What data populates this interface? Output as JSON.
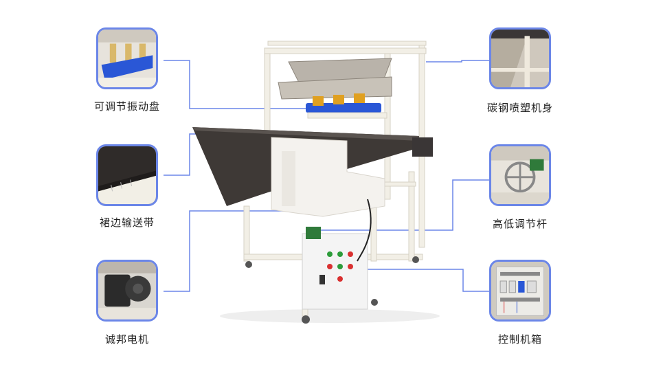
{
  "callouts": [
    {
      "id": "vibrating-tray",
      "label": "可调节振动盘"
    },
    {
      "id": "skirt-conveyor",
      "label": "裙边输送带"
    },
    {
      "id": "motor",
      "label": "诚邦电机"
    },
    {
      "id": "steel-body",
      "label": "碳钢喷塑机身"
    },
    {
      "id": "height-lever",
      "label": "高低调节杆"
    },
    {
      "id": "control-box",
      "label": "控制机箱"
    }
  ],
  "colors": {
    "accent": "#6b86e8",
    "line": "#6b86e8",
    "frame": "#f2efe6",
    "belt": "#3e3936",
    "blue_part": "#2a57d6"
  }
}
